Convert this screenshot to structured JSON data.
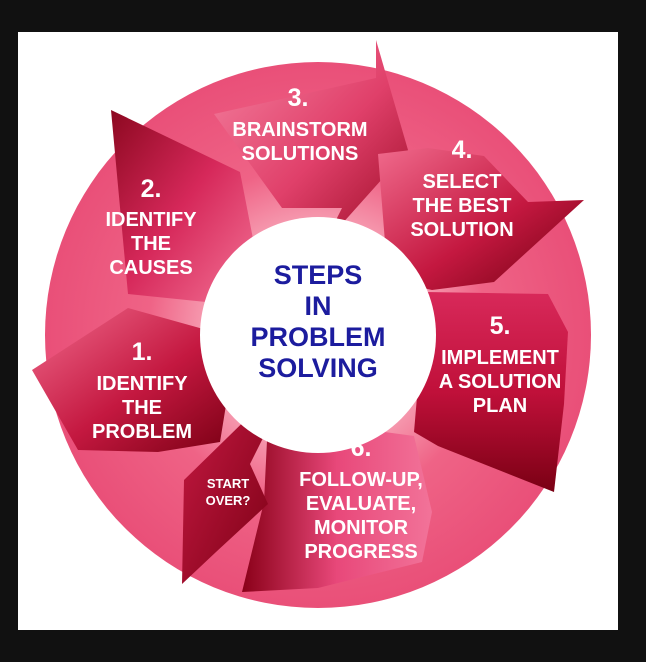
{
  "center_title": [
    "STEPS",
    "IN",
    "PROBLEM",
    "SOLVING"
  ],
  "steps": [
    {
      "number": "1.",
      "lines": [
        "IDENTIFY",
        "THE",
        "PROBLEM"
      ]
    },
    {
      "number": "2.",
      "lines": [
        "IDENTIFY",
        "THE",
        "CAUSES"
      ]
    },
    {
      "number": "3.",
      "lines": [
        "BRAINSTORM",
        "SOLUTIONS"
      ]
    },
    {
      "number": "4.",
      "lines": [
        "SELECT",
        "THE BEST",
        "SOLUTION"
      ]
    },
    {
      "number": "5.",
      "lines": [
        "IMPLEMENT",
        "A SOLUTION",
        "PLAN"
      ]
    },
    {
      "number": "6.",
      "lines": [
        "FOLLOW-UP,",
        "EVALUATE,",
        "MONITOR",
        "PROGRESS"
      ]
    }
  ],
  "start_over": [
    "START",
    "OVER?"
  ],
  "colors": {
    "ring_outer": "#f0668a",
    "ring_dark": "#8a0018",
    "arrow_light": "#f05a7e",
    "center_text": "#1c1c9e",
    "frame": "#111111"
  }
}
